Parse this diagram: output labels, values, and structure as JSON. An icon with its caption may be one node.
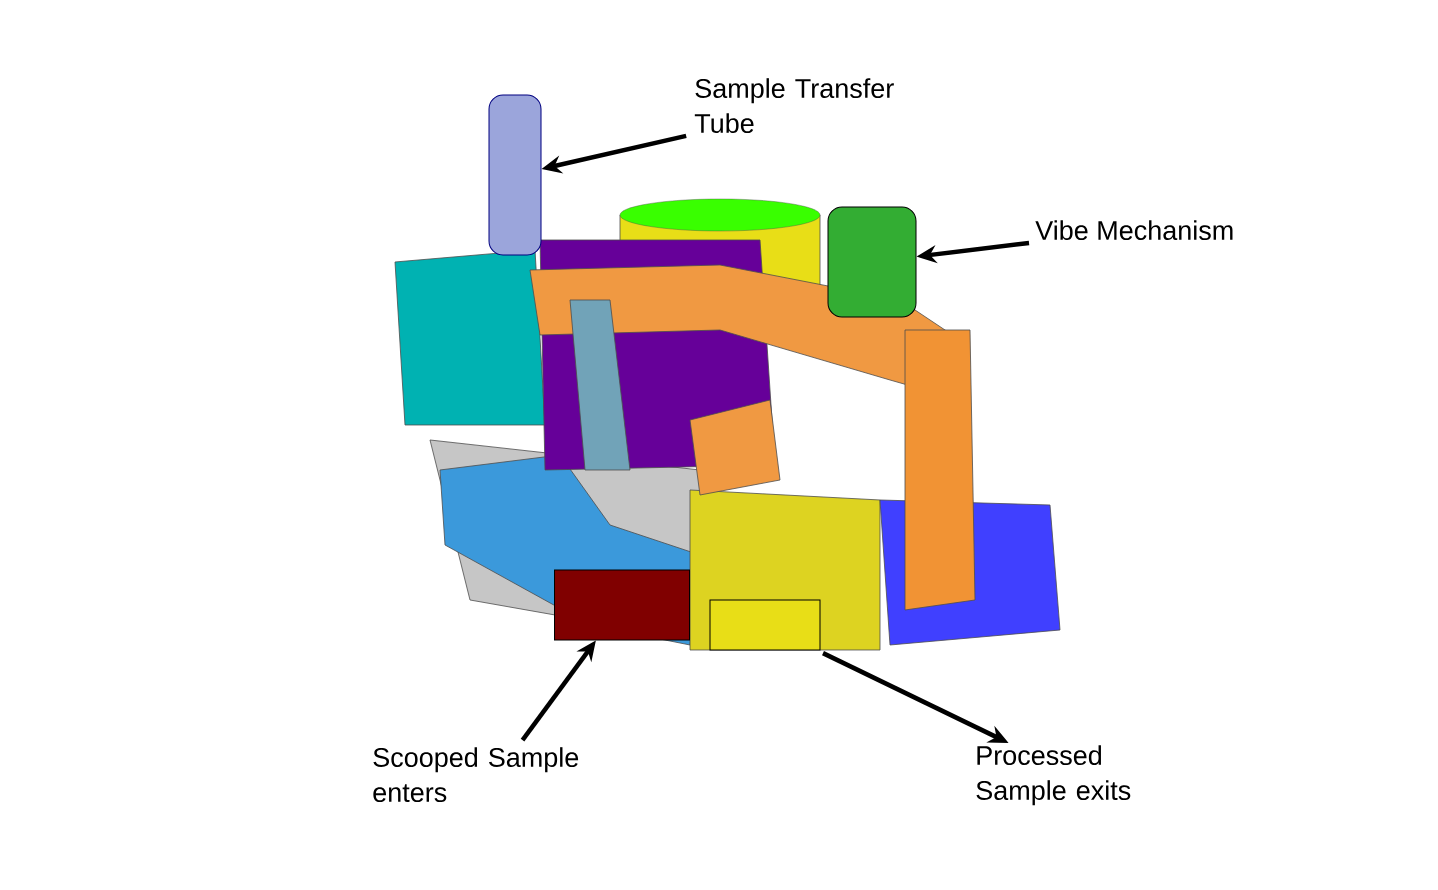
{
  "diagram": {
    "nodes": [
      {
        "text": [
          "Sample Transfer Tube"
        ]
      },
      {
        "text": [],
        "shape": "cylinder"
      },
      {
        "text": [
          "Vibe Mechanism"
        ]
      },
      {
        "text": [],
        "shape": "cylinder"
      },
      {
        "text": [
          "Scooped Sample enters"
        ]
      },
      {
        "text": [],
        "shape": "box"
      },
      {
        "text": [
          "Processed Sample exits"
        ]
      },
      {
        "text": [],
        "shape": "box"
      }
    ],
    "edges": [
      {
        "from": 0,
        "to": 1,
        "arrow": "to"
      },
      {
        "from": 2,
        "to": 3,
        "arrow": "to"
      },
      {
        "from": 4,
        "to": 5,
        "arrow": "to"
      },
      {
        "from": 7,
        "to": 6,
        "arrow": "to"
      }
    ]
  }
}
